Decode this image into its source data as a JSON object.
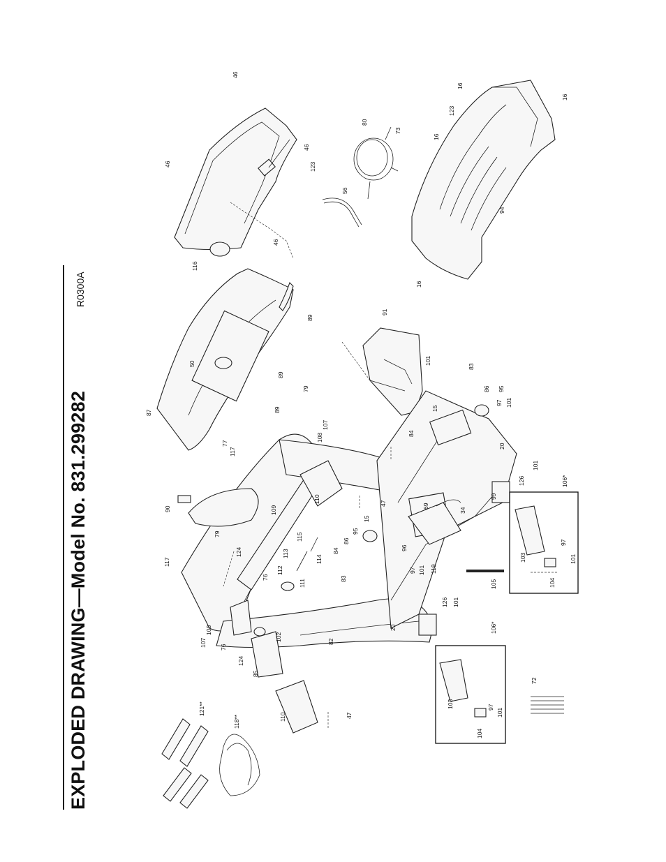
{
  "title": "EXPLODED DRAWING—Model No. 831.299282",
  "drawing_code": "R0300A",
  "callouts": {
    "c46a": "46",
    "c46b": "46",
    "c46c": "46",
    "c46d": "46",
    "c123a": "123",
    "c123b": "123",
    "c116": "116",
    "c56": "56",
    "c80": "80",
    "c73": "73",
    "c16a": "16",
    "c16b": "16",
    "c16c": "16",
    "c16d": "16",
    "c94": "94",
    "c91": "91",
    "c101a": "101",
    "c89a": "89",
    "c89b": "89",
    "c89c": "89",
    "c50": "50",
    "c87": "87",
    "c77": "77",
    "c79a": "79",
    "c117a": "117",
    "c108a": "108",
    "c107a": "107",
    "c15a": "15",
    "c84a": "84",
    "c83a": "83",
    "c86a": "86",
    "c95a": "95",
    "c97a": "97",
    "c101b": "101",
    "c20a": "20",
    "c126a": "126",
    "c101c": "101",
    "c106a": "106*",
    "c103a": "103",
    "c97b": "97",
    "c101d": "101",
    "c104a": "104",
    "c90": "90",
    "c109": "109",
    "c110a": "110",
    "c47a": "47",
    "c79b": "79",
    "c117b": "117",
    "c124a": "124",
    "c115": "115",
    "c113": "113",
    "c112": "112",
    "c111": "111",
    "c114": "114",
    "c76a": "76",
    "c15b": "15",
    "c95b": "95",
    "c86b": "86",
    "c84b": "84",
    "c83b": "83",
    "c96": "96",
    "c69": "69",
    "c34": "34",
    "c99": "99",
    "c97c": "97",
    "c101e": "101",
    "c119": "119",
    "c105": "105",
    "c126b": "126",
    "c101f": "101",
    "c20b": "20",
    "c107b": "107",
    "c108b": "108",
    "c76b": "76",
    "c124b": "124",
    "c102": "102",
    "c82": "82",
    "c85": "85",
    "c106b": "106*",
    "c103b": "103",
    "c97d": "97",
    "c101g": "101",
    "c104b": "104",
    "c110b": "110",
    "c47b": "47",
    "c72": "72",
    "c121": "121**",
    "c118": "118**"
  }
}
